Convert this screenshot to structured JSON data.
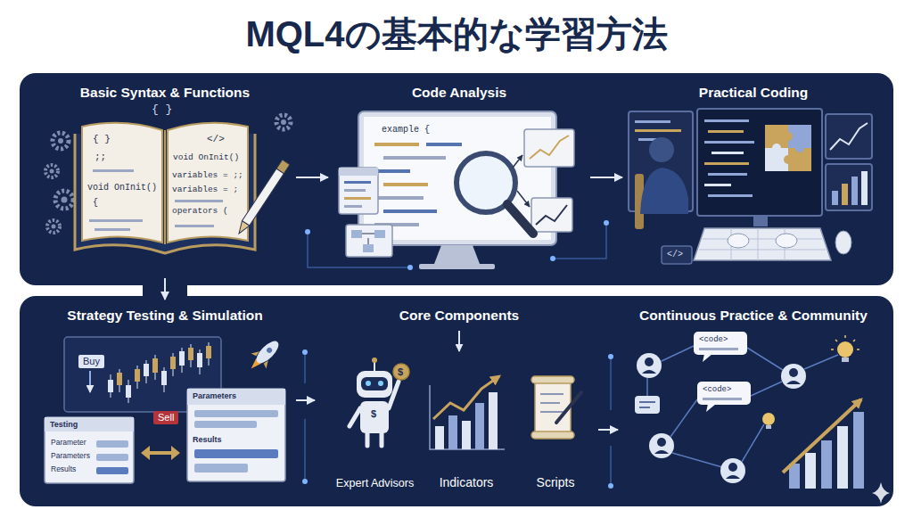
{
  "diagram": {
    "title": "MQL4の基本的な学習方法",
    "nodes": [
      {
        "text": [
          "Basic Syntax & Functions"
        ]
      },
      {
        "text": [
          "Code Analysis"
        ]
      },
      {
        "text": [
          "Practical Coding"
        ]
      },
      {
        "text": [
          "Strategy Testing & Simulation"
        ]
      },
      {
        "text": [
          "Core Components"
        ]
      },
      {
        "text": [
          "Expert Advisors"
        ],
        "in": 4
      },
      {
        "text": [
          "Indicators"
        ],
        "in": 4
      },
      {
        "text": [
          "Scripts"
        ],
        "in": 4
      },
      {
        "text": [
          "Continuous Practice & Community"
        ]
      }
    ],
    "edges": [
      {
        "from": 0,
        "to": 1,
        "arrow": "to"
      },
      {
        "from": 1,
        "to": 2,
        "arrow": "to"
      },
      {
        "from": 0,
        "to": 3,
        "arrow": "to"
      },
      {
        "from": 3,
        "to": 4,
        "arrow": "to"
      },
      {
        "from": 7,
        "to": 8,
        "arrow": "to"
      }
    ],
    "labels": [
      "{ }",
      "{ }",
      ";;",
      "void OnInit()",
      "{",
      "</>",
      "void OnInit()",
      "variables = ;;",
      "variables = ;",
      "operators (",
      "example {",
      "</>",
      "Buy",
      "Sell",
      "Testing",
      "Parameter",
      "Parameters",
      "Results",
      "Parameters",
      "Results",
      "<code>",
      "<code>",
      "$",
      "$"
    ]
  }
}
